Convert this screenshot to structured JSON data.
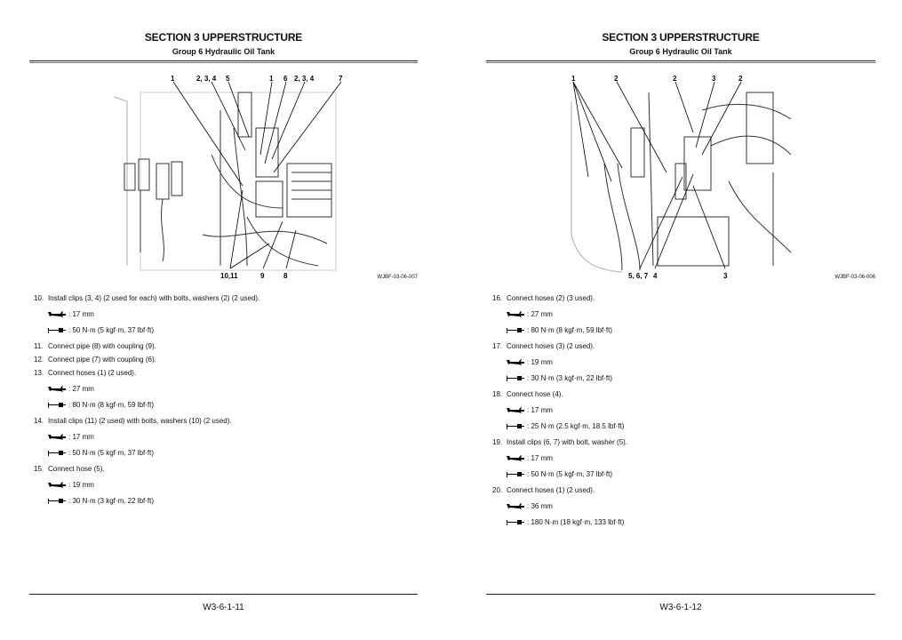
{
  "left_page": {
    "section": "SECTION 3 UPPERSTRUCTURE",
    "group": "Group 6 Hydraulic Oil Tank",
    "figure": {
      "code": "WJBF-03-06-007",
      "top_labels": [
        "1",
        "2, 3, 4",
        "5",
        "1",
        "6",
        "2, 3, 4",
        "7"
      ],
      "bottom_labels": [
        "10,11",
        "9",
        "8"
      ]
    },
    "steps": [
      {
        "num": "10.",
        "text": "Install clips (3, 4) (2 used for each) with bolts, washers (2) (2 used).",
        "wrench": ": 17 mm",
        "torque": ": 50 N·m (5 kgf·m, 37 lbf·ft)"
      },
      {
        "num": "11.",
        "text": "Connect pipe (8) with coupling (9)."
      },
      {
        "num": "12.",
        "text": "Connect pipe (7) with coupling (6)."
      },
      {
        "num": "13.",
        "text": "Connect hoses (1) (2 used).",
        "wrench": ": 27 mm",
        "torque": ": 80 N·m (8 kgf·m, 59 lbf·ft)"
      },
      {
        "num": "14.",
        "text": "Install clips (11) (2 used) with bolts, washers (10) (2 used).",
        "wrench": ": 17 mm",
        "torque": ": 50 N·m (5 kgf·m, 37 lbf·ft)"
      },
      {
        "num": "15.",
        "text": "Connect hose (5).",
        "wrench": ": 19 mm",
        "torque": ": 30 N·m (3 kgf·m, 22 lbf·ft)"
      }
    ],
    "page_number": "W3-6-1-11"
  },
  "right_page": {
    "section": "SECTION 3 UPPERSTRUCTURE",
    "group": "Group 6 Hydraulic Oil Tank",
    "figure": {
      "code": "WJBF-03-06-006",
      "top_labels": [
        "1",
        "2",
        "2",
        "3",
        "2"
      ],
      "bottom_labels": [
        "5, 6, 7",
        "4",
        "3"
      ]
    },
    "steps": [
      {
        "num": "16.",
        "text": "Connect hoses (2) (3 used).",
        "wrench": ": 27 mm",
        "torque": ": 80 N·m (8 kgf·m, 59 lbf·ft)"
      },
      {
        "num": "17.",
        "text": "Connect hoses (3) (2 used).",
        "wrench": ": 19 mm",
        "torque": ": 30 N·m (3 kgf·m, 22 lbf·ft)"
      },
      {
        "num": "18.",
        "text": "Connect hose (4).",
        "wrench": ": 17 mm",
        "torque": ": 25 N·m (2.5 kgf·m, 18.5 lbf·ft)"
      },
      {
        "num": "19.",
        "text": "Install clips (6, 7) with bolt, washer (5).",
        "wrench": ": 17 mm",
        "torque": ": 50 N·m (5 kgf·m, 37 lbf·ft)"
      },
      {
        "num": "20.",
        "text": "Connect hoses (1) (2 used).",
        "wrench": ": 36 mm",
        "torque": ": 180 N·m (18 kgf·m, 133 lbf·ft)"
      }
    ],
    "page_number": "W3-6-1-12"
  }
}
